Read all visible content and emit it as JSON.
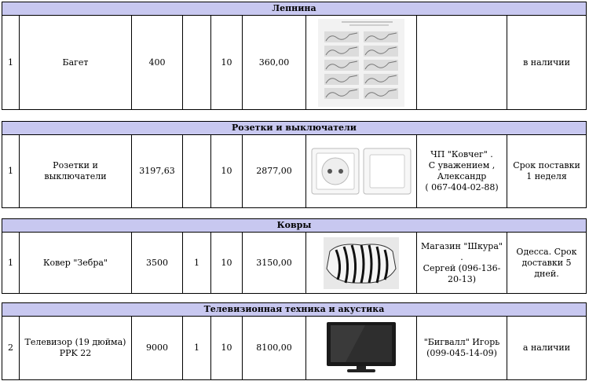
{
  "sections": [
    {
      "title": "Лепнина",
      "row": {
        "num": "1",
        "name": "Багет",
        "price": "400",
        "qty": "",
        "discount": "10",
        "total": "360,00",
        "image": "molding-catalog-image",
        "contact": [],
        "delivery": "в наличии"
      }
    },
    {
      "title": "Розетки и выключатели",
      "row": {
        "num": "1",
        "name": "Розетки и выключатели",
        "price": "3197,63",
        "qty": "",
        "discount": "10",
        "total": "2877,00",
        "image": "socket-switch-image",
        "contact": [
          "ЧП \"Ковчег\" .",
          "С уважением ,",
          "Александр",
          "( 067-404-02-88)"
        ],
        "delivery": "Срок поставки 1 неделя"
      }
    },
    {
      "title": "Ковры",
      "row": {
        "num": "1",
        "name": "Ковер \"Зебра\"",
        "price": "3500",
        "qty": "1",
        "discount": "10",
        "total": "3150,00",
        "image": "zebra-rug-image",
        "contact": [
          "Магазин \"Шкура\" .",
          "Сергей (096-136-20-13)"
        ],
        "delivery": "Одесса. Срок доставки 5 дней."
      }
    },
    {
      "title": "Телевизионная техника и акустика",
      "row": {
        "num": "2",
        "name": "Телевизор (19 дюйма) PPK 22",
        "price": "9000",
        "qty": "1",
        "discount": "10",
        "total": "8100,00",
        "image": "tv-image",
        "contact": [
          "\"Бигвалл\" Игорь",
          "(099-045-14-09)"
        ],
        "delivery": "а наличии"
      }
    }
  ]
}
